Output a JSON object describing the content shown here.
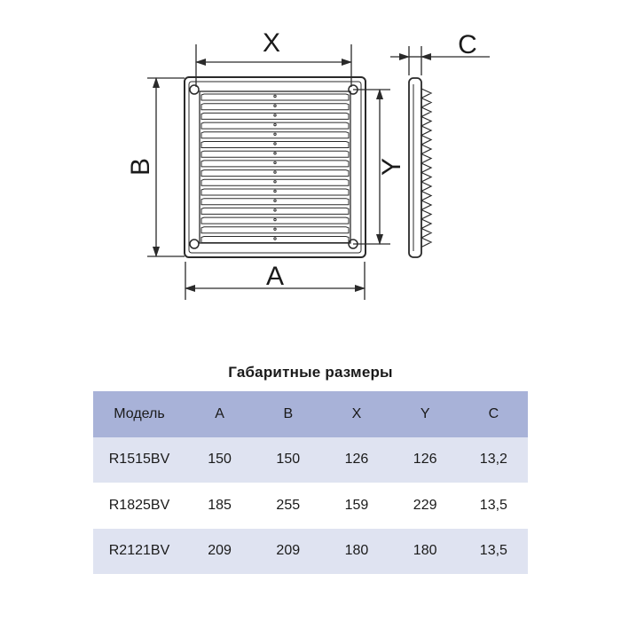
{
  "drawing": {
    "labels": {
      "x": "X",
      "c": "C",
      "b": "B",
      "y": "Y",
      "a": "A"
    }
  },
  "table": {
    "title": "Габаритные размеры",
    "headers": [
      "Модель",
      "A",
      "B",
      "X",
      "Y",
      "C"
    ],
    "rows": [
      [
        "R1515BV",
        "150",
        "150",
        "126",
        "126",
        "13,2"
      ],
      [
        "R1825BV",
        "185",
        "255",
        "159",
        "229",
        "13,5"
      ],
      [
        "R2121BV",
        "209",
        "209",
        "180",
        "180",
        "13,5"
      ]
    ]
  },
  "colors": {
    "header_bg": "#a8b2d8",
    "stripe_bg": "#dfe3f1",
    "line": "#2a2a2a"
  }
}
